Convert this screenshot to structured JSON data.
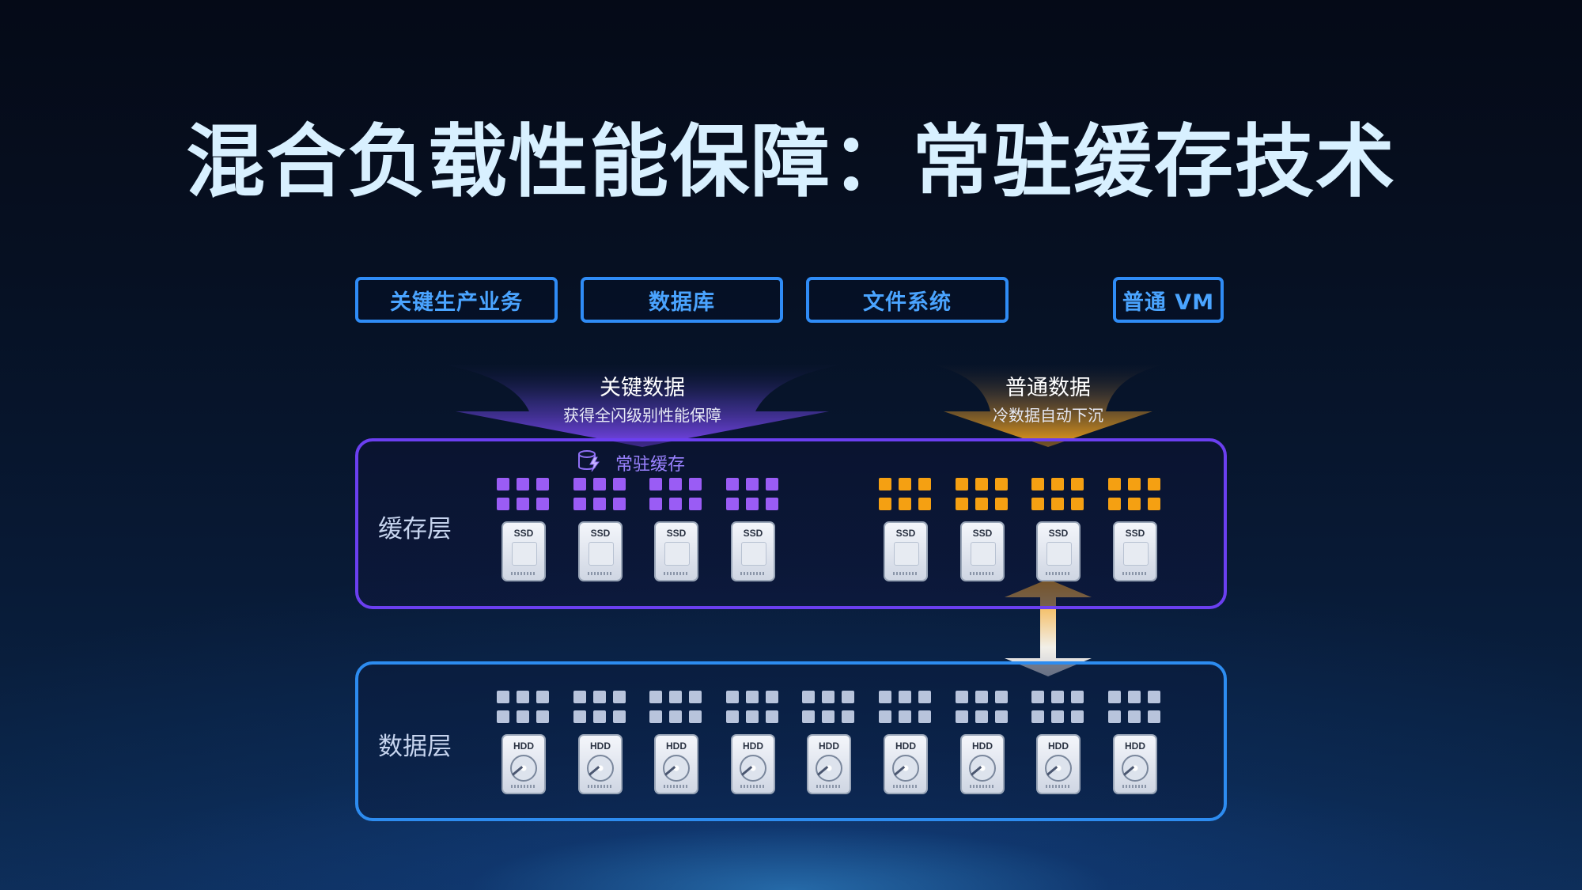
{
  "title": "混合负载性能保障：常驻缓存技术",
  "workloads": [
    "关键生产业务",
    "数据库",
    "文件系统",
    "普通 VM"
  ],
  "streams": {
    "critical": {
      "title": "关键数据",
      "subtitle": "获得全闪级别性能保障"
    },
    "normal": {
      "title": "普通数据",
      "subtitle": "冷数据自动下沉"
    }
  },
  "resident_cache_label": "常驻缓存",
  "layers": {
    "cache": {
      "label": "缓存层",
      "drive_tag": "SSD",
      "drive_count": 8
    },
    "data": {
      "label": "数据层",
      "drive_tag": "HDD",
      "drive_count": 9
    }
  },
  "colors": {
    "critical": "#9a5cf5",
    "normal": "#f5a012",
    "data_block": "#b8c4dc",
    "workload_border": "#2f8cf6",
    "cache_border": "#6b3ff0",
    "data_border": "#2d8cf0"
  },
  "icons": [
    "database-lightning-icon",
    "ssd-icon",
    "hdd-icon",
    "block-grid-icon",
    "double-arrow-icon"
  ]
}
